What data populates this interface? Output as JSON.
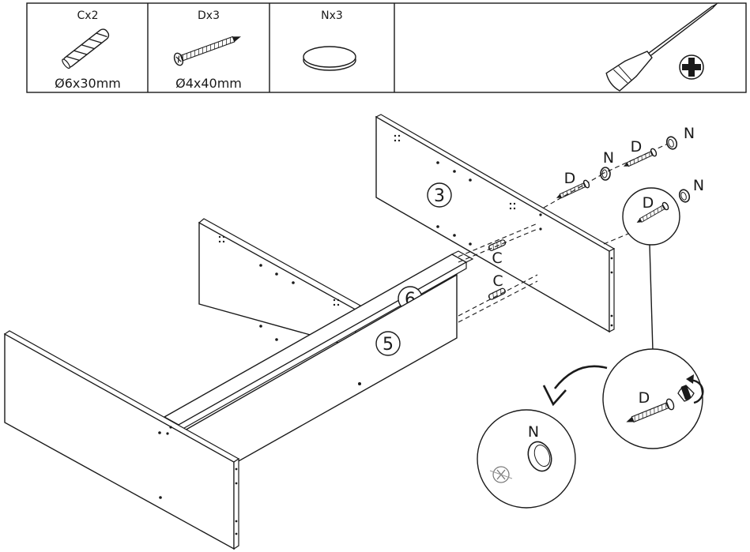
{
  "parts_table": {
    "dowel": {
      "qty_label": "Cx2",
      "dim_label": "Ø6x30mm"
    },
    "screw": {
      "qty_label": "Dx3",
      "dim_label": "Ø4x40mm"
    },
    "cap": {
      "qty_label": "Nx3"
    }
  },
  "panel_numbers": {
    "panel_3": "3",
    "panel_6": "6",
    "panel_5": "5"
  },
  "hardware_labels": {
    "dowel": "C",
    "screw": "D",
    "cap": "N"
  }
}
